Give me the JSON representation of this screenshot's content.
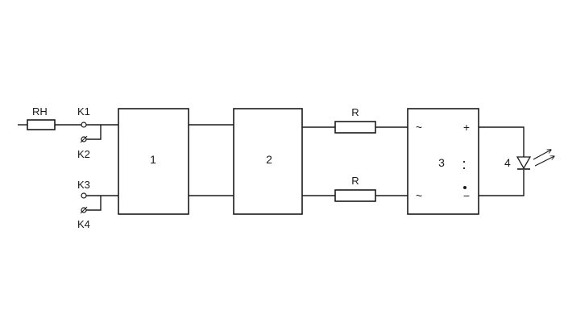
{
  "diagram": {
    "blocks": {
      "block1": "1",
      "block2": "2",
      "block3": "3",
      "block4": "4"
    },
    "resistors": {
      "rh": "RH",
      "r_top": "R",
      "r_bottom": "R"
    },
    "contacts": {
      "k1": "K1",
      "k2": "K2",
      "k3": "K3",
      "k4": "K4"
    },
    "rectifier_terminals": {
      "ac_top": "~",
      "ac_bottom": "~",
      "plus": "+",
      "minus": "−"
    }
  }
}
